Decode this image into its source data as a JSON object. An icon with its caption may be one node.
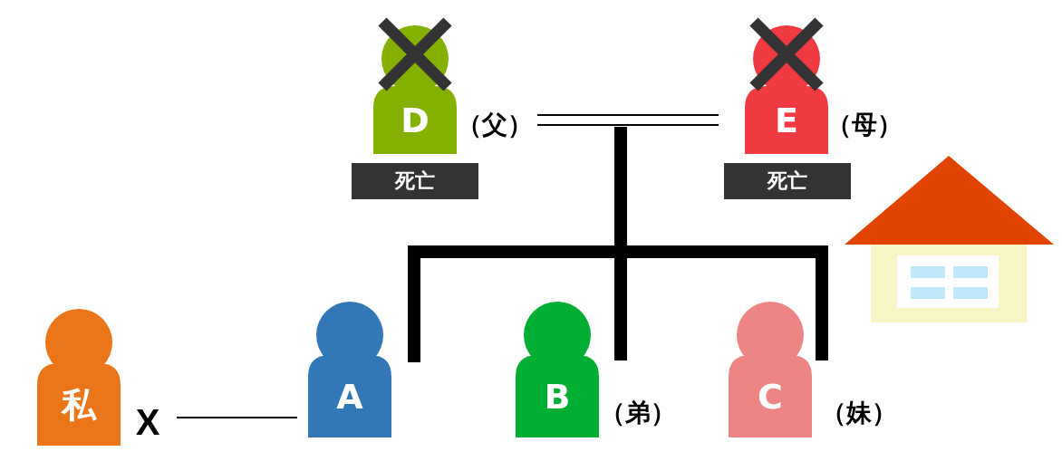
{
  "diagram": {
    "nodes": [
      {
        "text": [
          "D"
        ],
        "beside": [
          "（父）",
          "死亡"
        ]
      },
      {
        "text": [
          "E"
        ],
        "beside": [
          "（母）",
          "死亡"
        ]
      },
      {
        "text": [
          "私"
        ],
        "beside": [
          "X"
        ]
      },
      {
        "text": [
          "A"
        ]
      },
      {
        "text": [
          "B"
        ],
        "beside": [
          "（弟）"
        ]
      },
      {
        "text": [
          "C"
        ],
        "beside": [
          "（妹）"
        ]
      }
    ],
    "edges": [
      {
        "from": 0,
        "to": 1,
        "arrow": "none"
      },
      {
        "from": 2,
        "to": 3,
        "arrow": "none"
      },
      {
        "from": null,
        "to": 3,
        "arrow": "none"
      },
      {
        "from": null,
        "to": 4,
        "arrow": "none"
      },
      {
        "from": null,
        "to": 5,
        "arrow": "none"
      }
    ]
  }
}
